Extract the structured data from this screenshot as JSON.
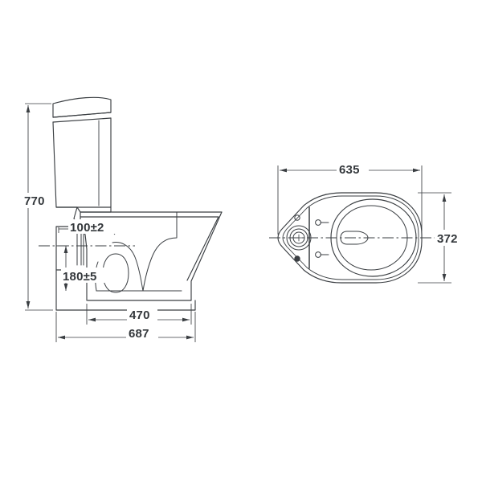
{
  "drawing": {
    "title": "Close-coupled toilet suite technical drawing",
    "background_color": "#ffffff",
    "line_color": "#3a3e42",
    "thin_line_color": "#4a4e52",
    "text_color": "#33373b",
    "units": "mm"
  },
  "views": [
    {
      "id": "side-elevation",
      "name": "Side elevation view",
      "description": "Left-hand side profile of close-coupled toilet showing cistern, bowl and skirted base"
    },
    {
      "id": "top-plan",
      "name": "Top plan view",
      "description": "Right-hand overhead view showing cistern lid, flush button, fixing holes and seat outline"
    }
  ],
  "dimensions": {
    "side": [
      {
        "id": "height-overall",
        "label": "770",
        "orientation": "vertical",
        "note": "overall height from floor to cistern lid"
      },
      {
        "id": "inlet-height",
        "label": "100±2",
        "orientation": "leader",
        "note": "water inlet position tolerance"
      },
      {
        "id": "rough-in",
        "label": "180±5",
        "orientation": "vertical",
        "note": "outlet centre height tolerance"
      },
      {
        "id": "bowl-projection",
        "label": "470",
        "orientation": "horizontal",
        "note": "bowl projection"
      },
      {
        "id": "overall-depth",
        "label": "687",
        "orientation": "horizontal",
        "note": "overall depth"
      }
    ],
    "top": [
      {
        "id": "overall-length",
        "label": "635",
        "orientation": "horizontal",
        "note": "overall length in plan"
      },
      {
        "id": "overall-width",
        "label": "372",
        "orientation": "vertical",
        "note": "overall width in plan"
      }
    ]
  },
  "features": {
    "flush_button": {
      "id": "flush-button",
      "label": "",
      "shape": "concentric-circles"
    },
    "fixing_holes": [
      {
        "id": "cistern-hole-top",
        "label": ""
      },
      {
        "id": "cistern-hole-bottom",
        "label": ""
      }
    ],
    "seat_fixings": [
      {
        "id": "seat-fixing-top",
        "label": ""
      },
      {
        "id": "seat-fixing-bottom",
        "label": ""
      }
    ],
    "water_jet": {
      "id": "water-jet",
      "label": ""
    },
    "trap_outlet": {
      "id": "trap-outlet",
      "label": ""
    }
  }
}
